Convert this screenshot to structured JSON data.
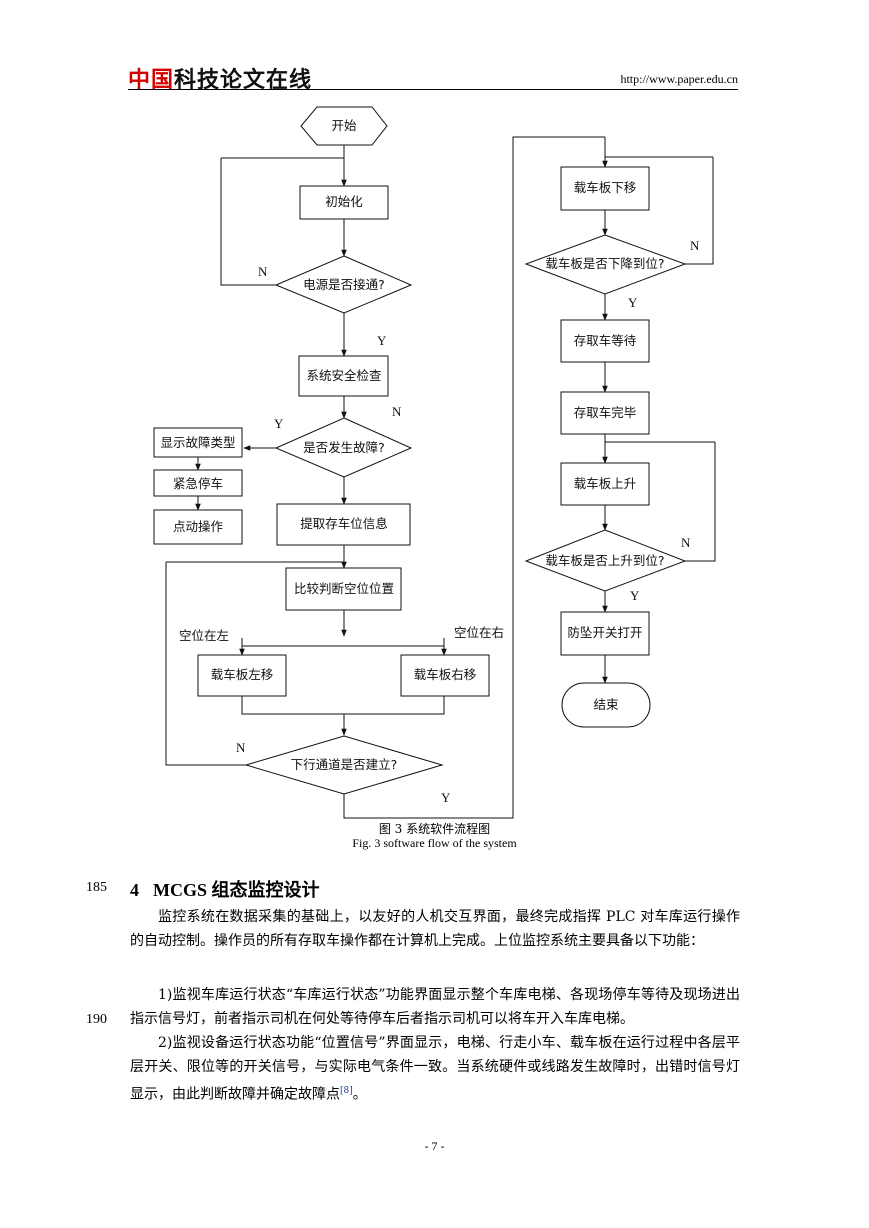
{
  "header": {
    "logo_red": "中国",
    "logo_black": "科技论文在线",
    "url": "http://www.paper.edu.cn"
  },
  "flowchart": {
    "nodes": {
      "start": "开始",
      "init": "初始化",
      "power": "电源是否接通?",
      "safety": "系统安全检查",
      "fault": "是否发生故障?",
      "show_fault": "显示故障类型",
      "estop": "紧急停车",
      "jog": "点动操作",
      "fetch_info": "提取存车位信息",
      "compare": "比较判断空位位置",
      "left_move": "载车板左移",
      "right_move": "载车板右移",
      "channel": "下行通道是否建立?",
      "down_move": "载车板下移",
      "down_done": "载车板是否下降到位?",
      "wait": "存取车等待",
      "done": "存取车完毕",
      "up_move": "载车板上升",
      "up_done": "载车板是否上升到位?",
      "fall_switch": "防坠开关打开",
      "end": "结束"
    },
    "labels": {
      "yes": "Y",
      "no": "N",
      "empty_left": "空位在左",
      "empty_right": "空位在右"
    }
  },
  "figure_caption": {
    "cn": "图 3  系统软件流程图",
    "en": "Fig. 3 software flow of the system"
  },
  "section": {
    "line_number": "185",
    "number": "4",
    "title": "MCGS 组态监控设计"
  },
  "paragraphs": [
    "监控系统在数据采集的基础上，以友好的人机交互界面，最终完成指挥 PLC 对车库运行操作的自动控制。操作员的所有存取车操作都在计算机上完成。上位监控系统主要具备以下功能：",
    "1)监视车库运行状态“车库运行状态”功能界面显示整个车库电梯、各现场停车等待及现场进出指示信号灯，前者指示司机在何处等待停车后者指示司机可以将车开入车库电梯。",
    "2)监视设备运行状态功能“位置信号”界面显示，电梯、行走小车、载车板在运行过程中各层平层开关、限位等的开关信号，与实际电气条件一致。当系统硬件或线路发生故障时，出错时信号灯显示，由此判断故障并确定故障点"
  ],
  "citation": "[8]",
  "paragraph3_end": "。",
  "line_number_190": "190",
  "page_number": "- 7 -"
}
